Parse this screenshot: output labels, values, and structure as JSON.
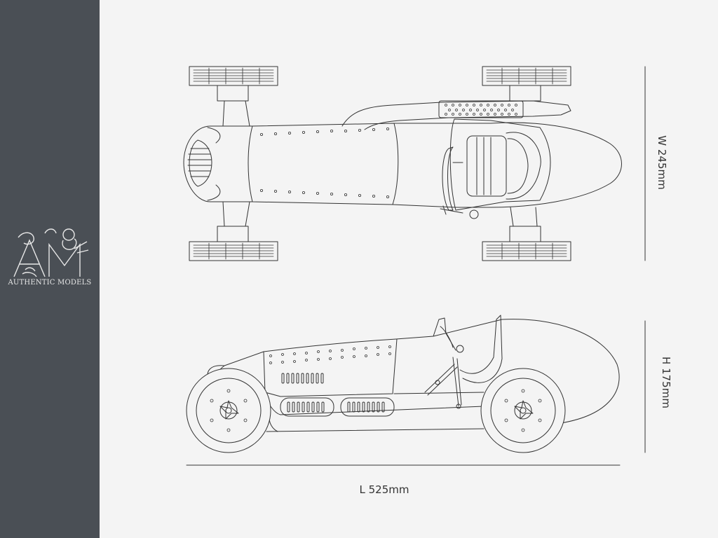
{
  "brand": {
    "monogram": "AM",
    "name": "AUTHENTIC MODELS",
    "sidebar_color": "#4a4f55"
  },
  "dimensions": {
    "width_label": "W 245mm",
    "height_label": "H 175mm",
    "length_label": "L 525mm"
  },
  "colors": {
    "background": "#f4f4f4",
    "line": "#333333"
  }
}
